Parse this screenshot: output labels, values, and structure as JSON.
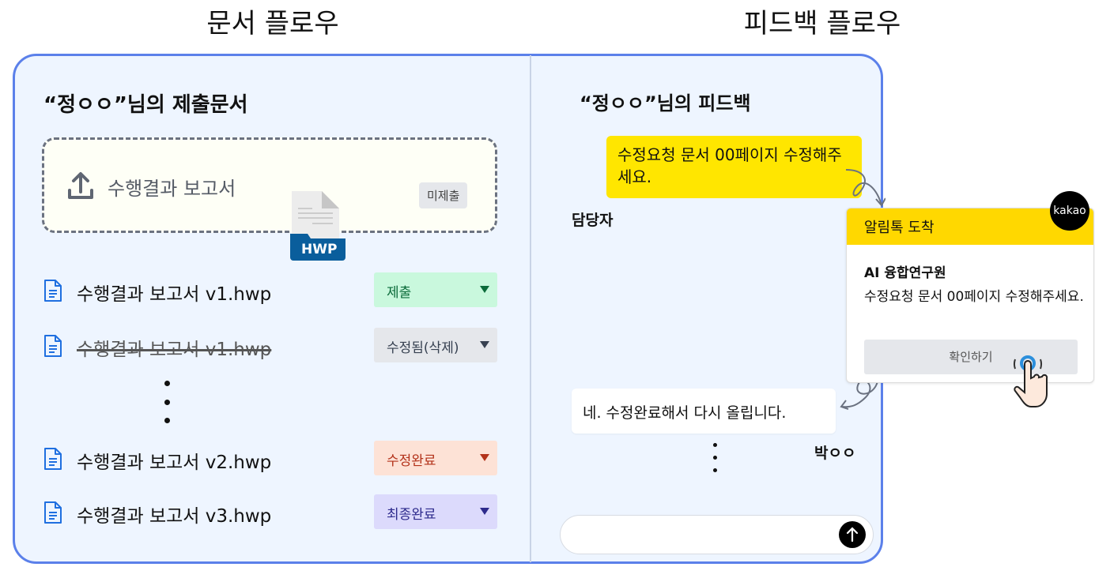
{
  "titles": {
    "doc_flow": "문서 플로우",
    "feedback_flow": "피드백 플로우"
  },
  "left": {
    "heading": "“정ㅇㅇ”님의 제출문서",
    "upload": {
      "label": "수행결과 보고서",
      "status": "미제출",
      "file_badge": "HWP"
    },
    "files": [
      {
        "name": "수행결과 보고서 v1.hwp",
        "status": "제출",
        "bg": "#c9f8dd",
        "color": "#0b6b3a",
        "struck": false
      },
      {
        "name": "수행결과 보고서 v1.hwp",
        "status": "수정됨(삭제)",
        "bg": "#e5e7eb",
        "color": "#374151",
        "struck": true
      },
      {
        "name": "수행결과 보고서 v2.hwp",
        "status": "수정완료",
        "bg": "#fde2d6",
        "color": "#b3321a",
        "struck": false
      },
      {
        "name": "수행결과 보고서 v3.hwp",
        "status": "최종완료",
        "bg": "#dcdafc",
        "color": "#2d2a8c",
        "struck": false
      }
    ]
  },
  "right": {
    "heading": "“정ㅇㅇ”님의 피드백",
    "request": "수정요청 문서 00페이지 수정해주세요.",
    "request_sender": "담당자",
    "kakao": {
      "logo": "kakao",
      "title": "알림톡 도착",
      "sender": "AI 융합연구원",
      "message": "수정요청 문서 00페이지 수정해주세요.",
      "button": "확인하기"
    },
    "reply": "네. 수정완료해서 다시  올립니다.",
    "reply_sender": "박ㅇㅇ",
    "input": {
      "placeholder": ""
    }
  }
}
